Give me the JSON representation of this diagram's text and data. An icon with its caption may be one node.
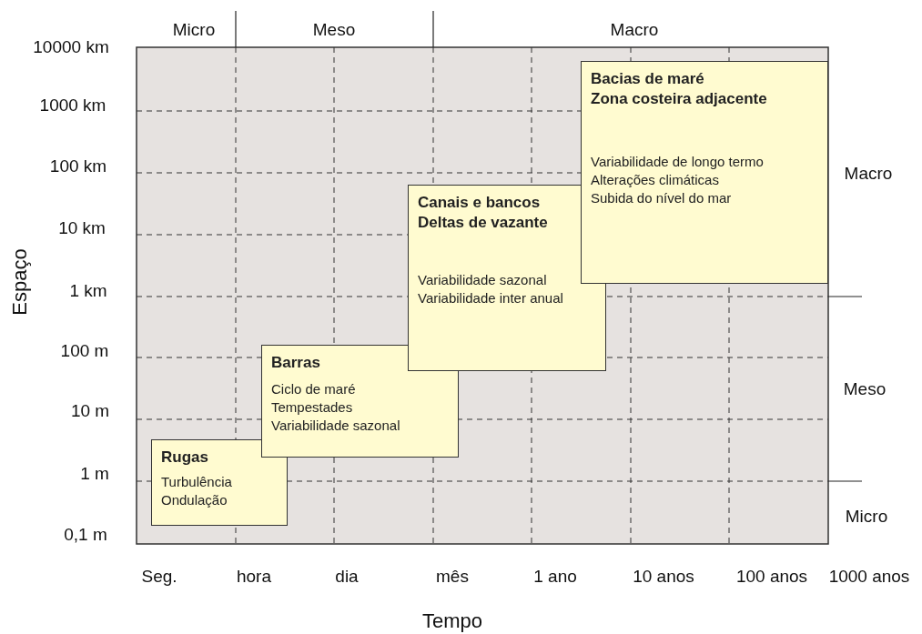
{
  "diagram": {
    "nodes": [
      {
        "text": [
          "Rugas",
          "Turbulência",
          "Ondulação"
        ]
      },
      {
        "text": [
          "Barras",
          "Ciclo de maré",
          "Tempestades",
          "Variabilidade sazonal"
        ]
      },
      {
        "text": [
          "Canais e bancos",
          "Deltas de vazante",
          "Variabilidade sazonal",
          "Variabilidade inter anual"
        ]
      },
      {
        "text": [
          "Bacias de maré",
          "Zona costeira adjacente",
          "Variabilidade de longo termo",
          "Alterações climáticas",
          "Subida do nível do mar"
        ]
      }
    ],
    "edges": [],
    "labels": [
      "Micro",
      "Meso",
      "Macro",
      "10000 km",
      "1000 km",
      "100 km",
      "10 km",
      "1 km",
      "100 m",
      "10 m",
      "1 m",
      "0,1 m",
      "Espaço",
      "Macro",
      "Meso",
      "Micro",
      "Seg.",
      "hora",
      "dia",
      "mês",
      "1 ano",
      "10 anos",
      "100 anos",
      "1000 anos",
      "Tempo"
    ]
  }
}
